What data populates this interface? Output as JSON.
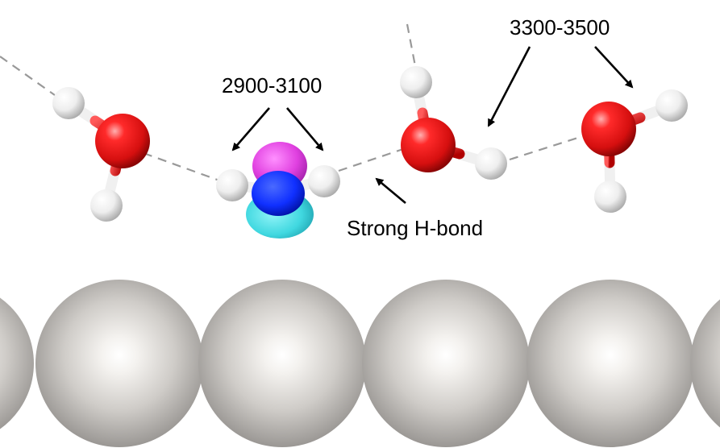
{
  "annotations": {
    "range_low": "2900-3100",
    "range_high": "3300-3500",
    "strong_hbond": "Strong H-bond"
  },
  "colors": {
    "oxygen": "#e01515",
    "hydrogen": "#ffffff",
    "metal": "#c9c6c2",
    "hbond_line": "#999999",
    "lobe_magenta": "#e040e0",
    "lobe_blue": "#1030ff",
    "lobe_cyan": "#40d8e0"
  }
}
